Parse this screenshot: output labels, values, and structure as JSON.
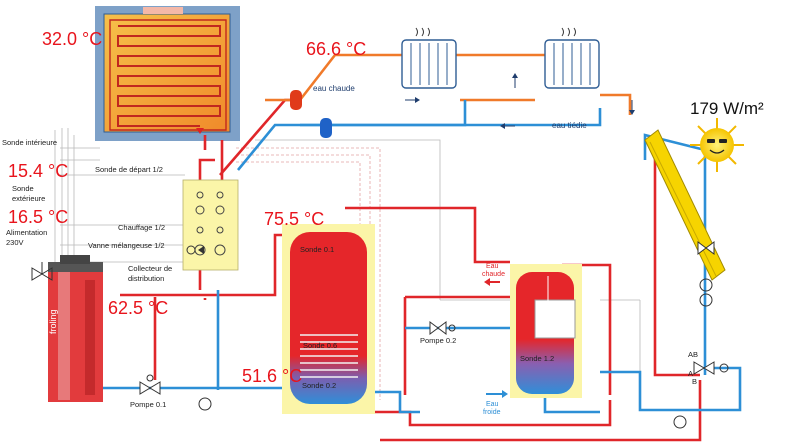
{
  "temperatures": {
    "floor": "32.0 °C",
    "radiator": "66.6 °C",
    "sonde_interieure": "15.4 °C",
    "sonde_exterieure": "16.5 °C",
    "buffer_top": "75.5 °C",
    "boiler": "62.5 °C",
    "buffer_bottom": "51.6 °C"
  },
  "solar": {
    "irradiance": "179 W/m²"
  },
  "labels": {
    "sonde_interieure": "Sonde intérieure",
    "sonde_exterieure_1": "Sonde",
    "sonde_exterieure_2": "extérieure",
    "alimentation_1": "Alimentation",
    "alimentation_2": "230V",
    "sonde_depart": "Sonde de départ 1/2",
    "chauffage": "Chauffage 1/2",
    "vanne": "Vanne mélangeuse 1/2",
    "collecteur_1": "Collecteur de",
    "collecteur_2": "distribution",
    "eau_chaude": "eau chaude",
    "eau_tiede": "eau tiédie",
    "sonde_01": "Sonde 0.1",
    "sonde_06": "Sonde 0.6",
    "sonde_02": "Sonde 0.2",
    "sonde_12": "Sonde 1.2",
    "pompe_01": "Pompe 0.1",
    "pompe_02": "Pompe 0.2",
    "eau_chaude_sanitaire_1": "Eau",
    "eau_chaude_sanitaire_2": "chaude",
    "eau_froide_1": "Eau",
    "eau_froide_2": "froide",
    "boiler_brand": "froling",
    "valve_ab": "AB",
    "valve_a": "A",
    "valve_b": "B"
  },
  "colors": {
    "temperature_text": "#e8141c",
    "hot_pipe": "#e0262a",
    "cold_pipe": "#2d8fd6",
    "radiator_feed": "#f07a2a"
  }
}
